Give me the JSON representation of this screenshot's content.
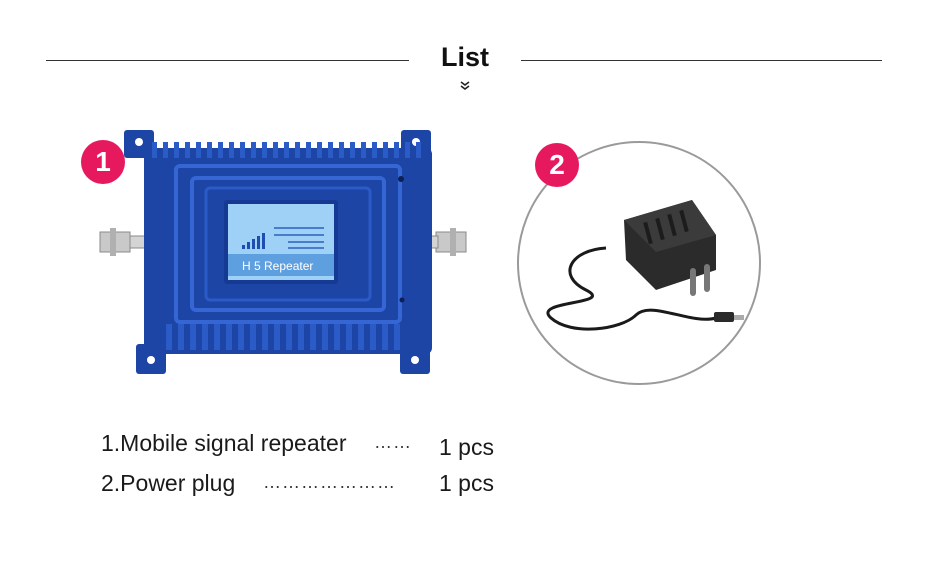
{
  "header": {
    "title": "List"
  },
  "badges": {
    "first": "1",
    "second": "2"
  },
  "product": {
    "screen_title": "H 5  Repeater"
  },
  "items": [
    {
      "name": "1.Mobile signal repeater",
      "dots": "……",
      "qty": "1 pcs"
    },
    {
      "name": "2.Power plug",
      "dots": "…………………",
      "qty": "1 pcs"
    }
  ],
  "colors": {
    "badge": "#e6195f",
    "device_body": "#1d45a6",
    "lcd": "#9fd0f5"
  },
  "icons": [
    "double-chevron-down-icon"
  ]
}
